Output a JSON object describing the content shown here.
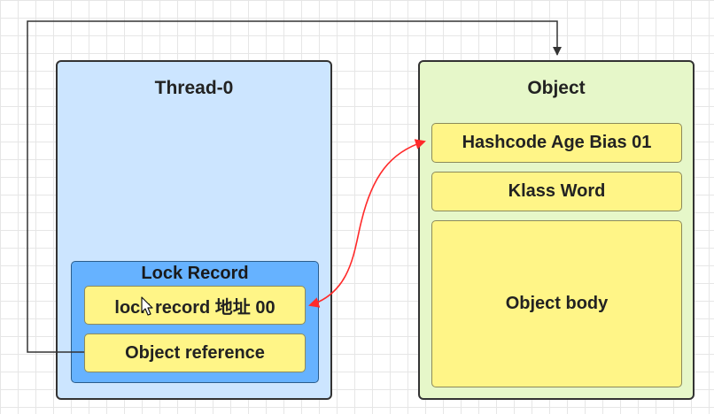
{
  "thread": {
    "title": "Thread-0"
  },
  "lock_record": {
    "title": "Lock Record",
    "lock_cell": "lock record 地址 00",
    "ref_cell": "Object reference"
  },
  "object": {
    "title": "Object",
    "header_cell": "Hashcode Age Bias 01",
    "klass_cell": "Klass Word",
    "body_cell": "Object body"
  },
  "colors": {
    "thread_fill": "#cce5ff",
    "object_fill": "#e6f7c9",
    "lock_record_fill": "#66b2ff",
    "cell_fill": "#fff587",
    "cas_arrow": "#ff2a2a",
    "reference_line": "#333333"
  }
}
